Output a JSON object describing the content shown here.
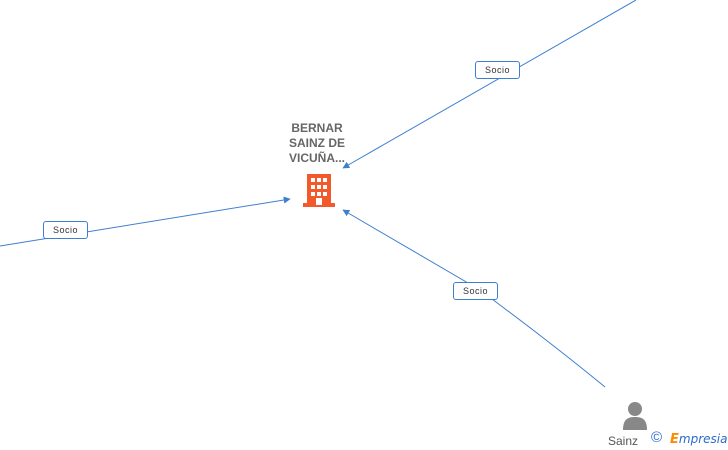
{
  "company": {
    "name_lines": [
      "BERNAR",
      "SAINZ DE",
      "VICUÑA..."
    ],
    "icon": "building-icon",
    "color": "#f25a2b"
  },
  "edges": [
    {
      "label": "Socio"
    },
    {
      "label": "Socio"
    },
    {
      "label": "Socio"
    }
  ],
  "person": {
    "icon": "person-icon",
    "label": "Sainz"
  },
  "footer": {
    "copyright_symbol": "©",
    "brand_initial": "E",
    "brand_rest": "mpresia"
  },
  "colors": {
    "edge": "#3f7fd0",
    "label_text": "#666666"
  }
}
